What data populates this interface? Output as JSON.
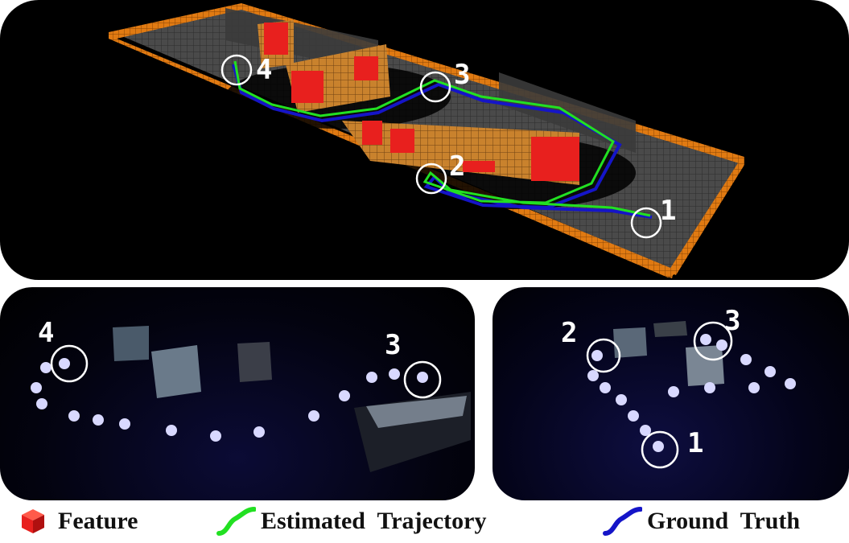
{
  "top_view": {
    "markers": [
      "1",
      "2",
      "3",
      "4"
    ]
  },
  "bottom_left_view": {
    "markers": [
      "4",
      "3"
    ]
  },
  "bottom_right_view": {
    "markers": [
      "2",
      "3",
      "1"
    ]
  },
  "legend": {
    "feature": "Feature",
    "estimated": "Estimated  Trajectory",
    "ground_truth": "Ground  Truth"
  },
  "colors": {
    "feature": "#e8201e",
    "estimated": "#22e022",
    "ground_truth": "#1515c8",
    "wall": "#e07a12",
    "obstacle": "#d6892a"
  }
}
